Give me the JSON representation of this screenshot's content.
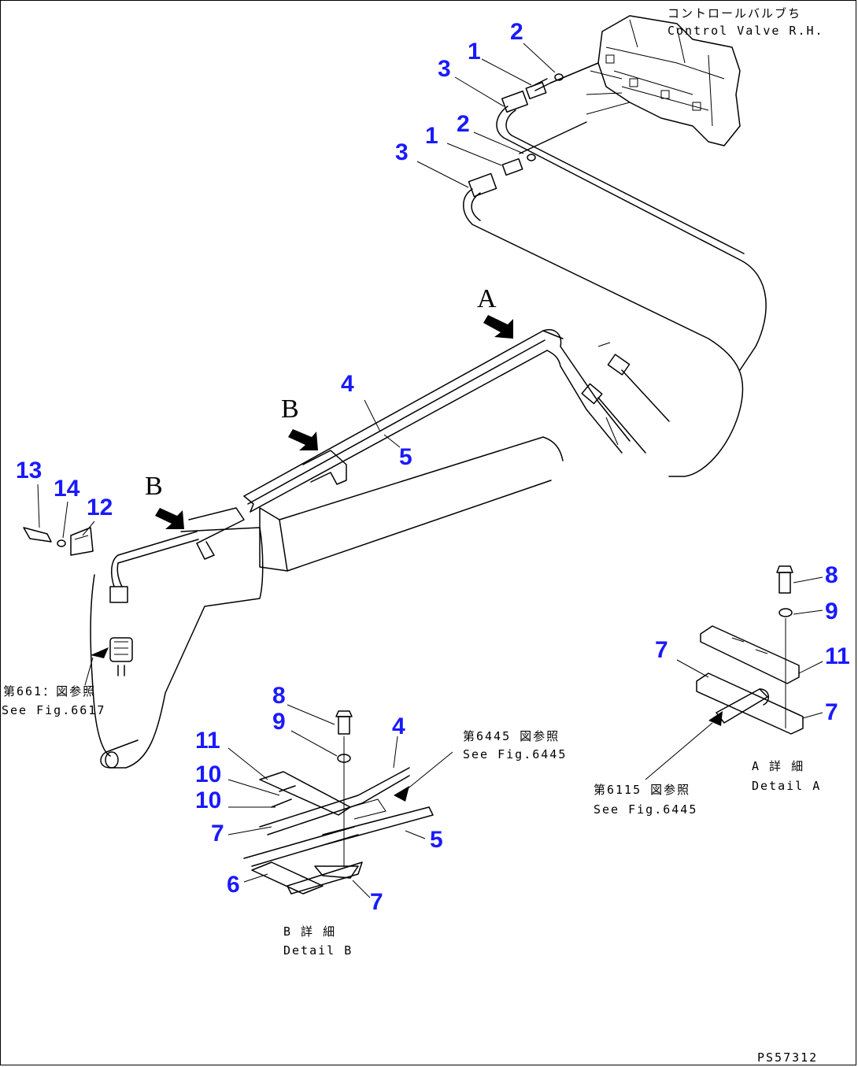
{
  "callouts": [
    {
      "id": "c2a",
      "label": "2"
    },
    {
      "id": "c1a",
      "label": "1"
    },
    {
      "id": "c3a",
      "label": "3"
    },
    {
      "id": "c2b",
      "label": "2"
    },
    {
      "id": "c1b",
      "label": "1"
    },
    {
      "id": "c3b",
      "label": "3"
    },
    {
      "id": "c4",
      "label": "4"
    },
    {
      "id": "c5",
      "label": "5"
    },
    {
      "id": "c13",
      "label": "13"
    },
    {
      "id": "c14",
      "label": "14"
    },
    {
      "id": "c12",
      "label": "12"
    },
    {
      "id": "d8",
      "label": "8"
    },
    {
      "id": "d9",
      "label": "9"
    },
    {
      "id": "d4",
      "label": "4"
    },
    {
      "id": "d11",
      "label": "11"
    },
    {
      "id": "d10a",
      "label": "10"
    },
    {
      "id": "d10b",
      "label": "10"
    },
    {
      "id": "d7a",
      "label": "7"
    },
    {
      "id": "d5",
      "label": "5"
    },
    {
      "id": "d6",
      "label": "6"
    },
    {
      "id": "d7b",
      "label": "7"
    },
    {
      "id": "a8",
      "label": "8"
    },
    {
      "id": "a9",
      "label": "9"
    },
    {
      "id": "a7a",
      "label": "7"
    },
    {
      "id": "a11",
      "label": "11"
    },
    {
      "id": "a7b",
      "label": "7"
    }
  ],
  "view_letters": {
    "a": "A",
    "b1": "B",
    "b2": "B"
  },
  "notes": {
    "control_valve_jp": "コントロールバルブち",
    "control_valve_en": "Control Valve R.H.",
    "fig_ref_left_jp": "第661：図参照",
    "fig_ref_left_en": "See Fig.6617",
    "fig_ref_b_jp": "第6445 図参照",
    "fig_ref_b_en": "See Fig.6445",
    "fig_ref_a_jp": "第6115 図参照",
    "fig_ref_a_en": "See Fig.6445",
    "detail_b_jp": "B 詳 細",
    "detail_b_en": "Detail B",
    "detail_a_jp": "A 詳 細",
    "detail_a_en": "Detail A",
    "drawing_code": "PS57312"
  },
  "colors": {
    "callout": "#1a1aff",
    "line": "#000000",
    "background": "#ffffff"
  }
}
